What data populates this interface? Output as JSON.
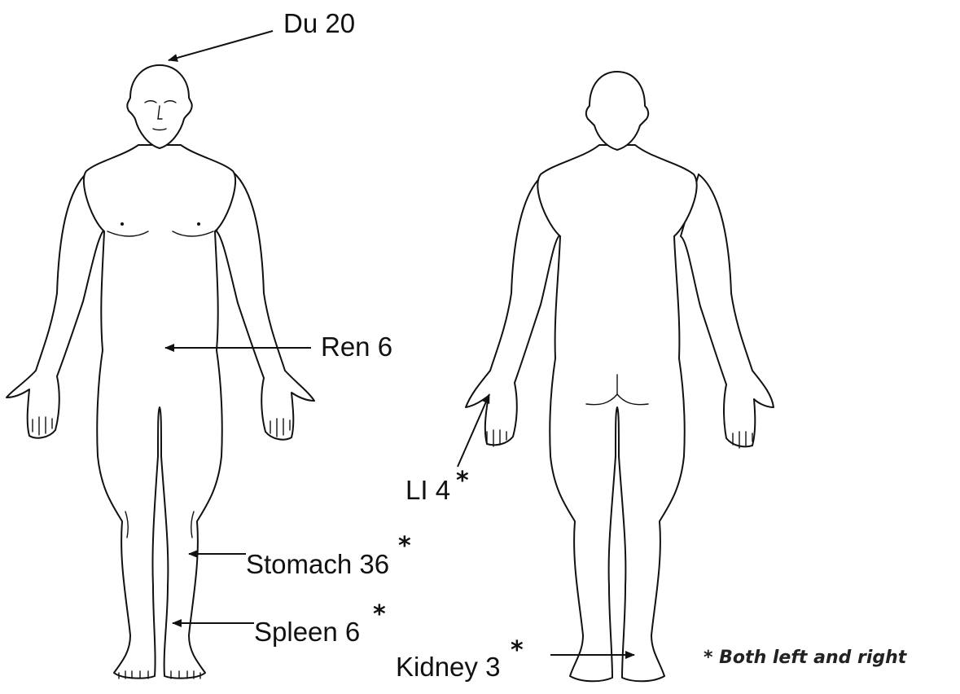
{
  "figures": {
    "front": {
      "name": "front-view"
    },
    "back": {
      "name": "back-view"
    }
  },
  "points": {
    "du20": {
      "label": "Du 20",
      "both_sides": false
    },
    "ren6": {
      "label": "Ren 6",
      "both_sides": false
    },
    "stomach36": {
      "label": "Stomach 36",
      "both_sides": true
    },
    "spleen6": {
      "label": "Spleen 6",
      "both_sides": true
    },
    "li4": {
      "label": "LI 4",
      "both_sides": true
    },
    "kidney3": {
      "label": "Kidney 3",
      "both_sides": true
    }
  },
  "asterisk": "*",
  "footnote": "* Both left and right",
  "colors": {
    "line": "#111111",
    "background": "#ffffff"
  }
}
